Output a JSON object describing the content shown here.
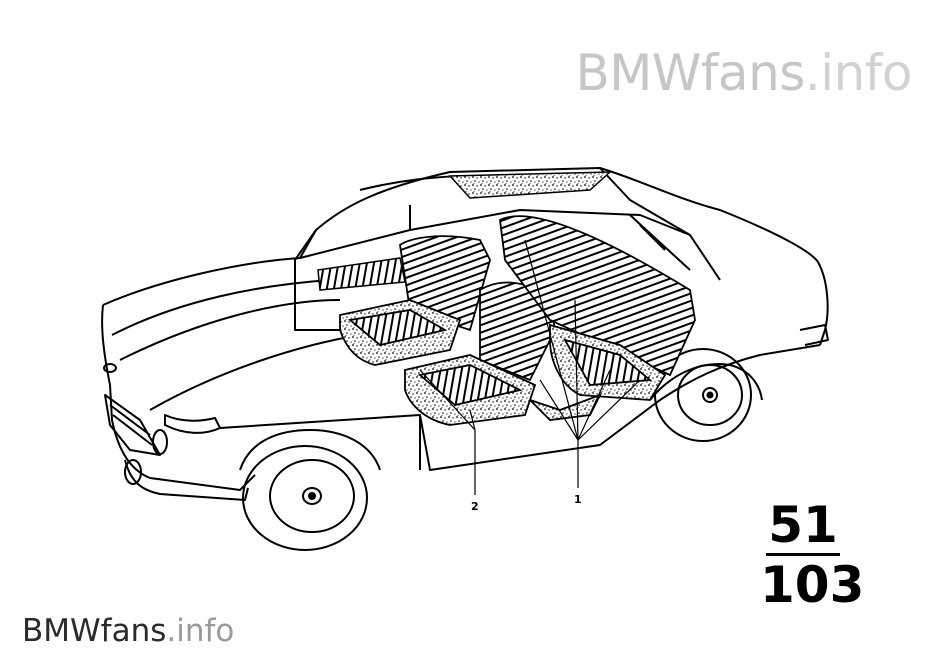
{
  "watermark_top": {
    "brand": "BMWfans",
    "domain": ".info"
  },
  "watermark_bottom": {
    "brand": "BMWfans",
    "domain": ".info"
  },
  "diagram": {
    "callouts": [
      "2",
      "1"
    ],
    "group_number": "51",
    "figure_number": "103"
  }
}
